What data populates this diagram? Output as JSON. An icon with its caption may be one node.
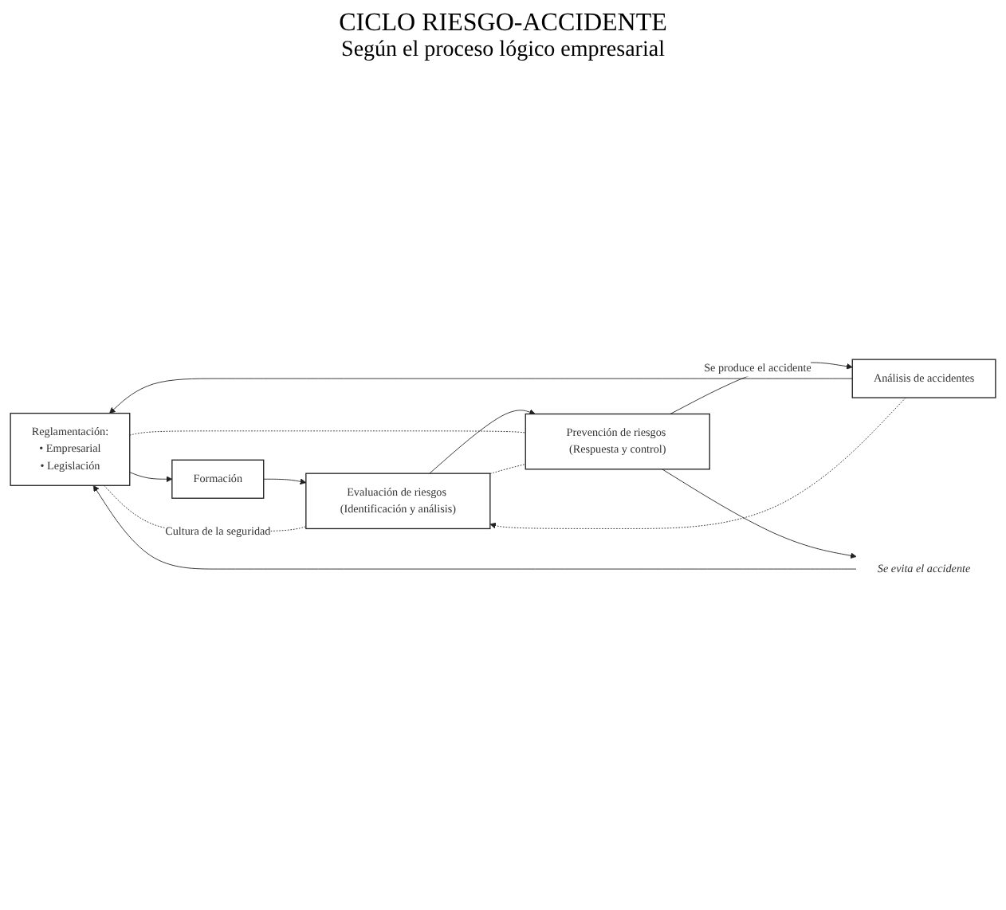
{
  "diagram": {
    "title": "CICLO RIESGO-ACCIDENTE",
    "caption": "Según el proceso lógico empresarial",
    "nodes": [
      {
        "text": [
          "Reglamentación:",
          "• Empresarial",
          "• Legislación"
        ]
      },
      {
        "text": [
          "Formación"
        ]
      },
      {
        "text": [
          "Evaluación de riesgos (Identificación y análisis)"
        ]
      },
      {
        "text": [
          "Prevención de riesgos (Respuesta y control)"
        ]
      },
      {
        "text": [
          "Análisis de accidentes"
        ]
      },
      {
        "text": [
          "Se evita el accidente"
        ]
      }
    ],
    "edges": [
      {
        "from": 0,
        "to": 1,
        "arrow": "to"
      },
      {
        "from": 1,
        "to": 2,
        "arrow": "to"
      },
      {
        "from": 2,
        "to": 3,
        "arrow": "to"
      },
      {
        "from": 3,
        "to": 4,
        "arrow": "to",
        "label": "Se produce el accidente"
      },
      {
        "from": 4,
        "to": 0,
        "arrow": "to"
      },
      {
        "from": 3,
        "to": 5,
        "arrow": "to"
      },
      {
        "from": 5,
        "to": 0,
        "arrow": "to"
      },
      {
        "from": 0,
        "to": 2,
        "arrow": "none",
        "style": "dashed",
        "label": "Cultura de la seguridad"
      },
      {
        "from": 4,
        "to": 2,
        "arrow": "to",
        "style": "dashed"
      },
      {
        "from": 0,
        "to": 3,
        "arrow": "none",
        "style": "dashed"
      },
      {
        "from": 2,
        "to": 3,
        "arrow": "none",
        "style": "dashed"
      }
    ]
  }
}
